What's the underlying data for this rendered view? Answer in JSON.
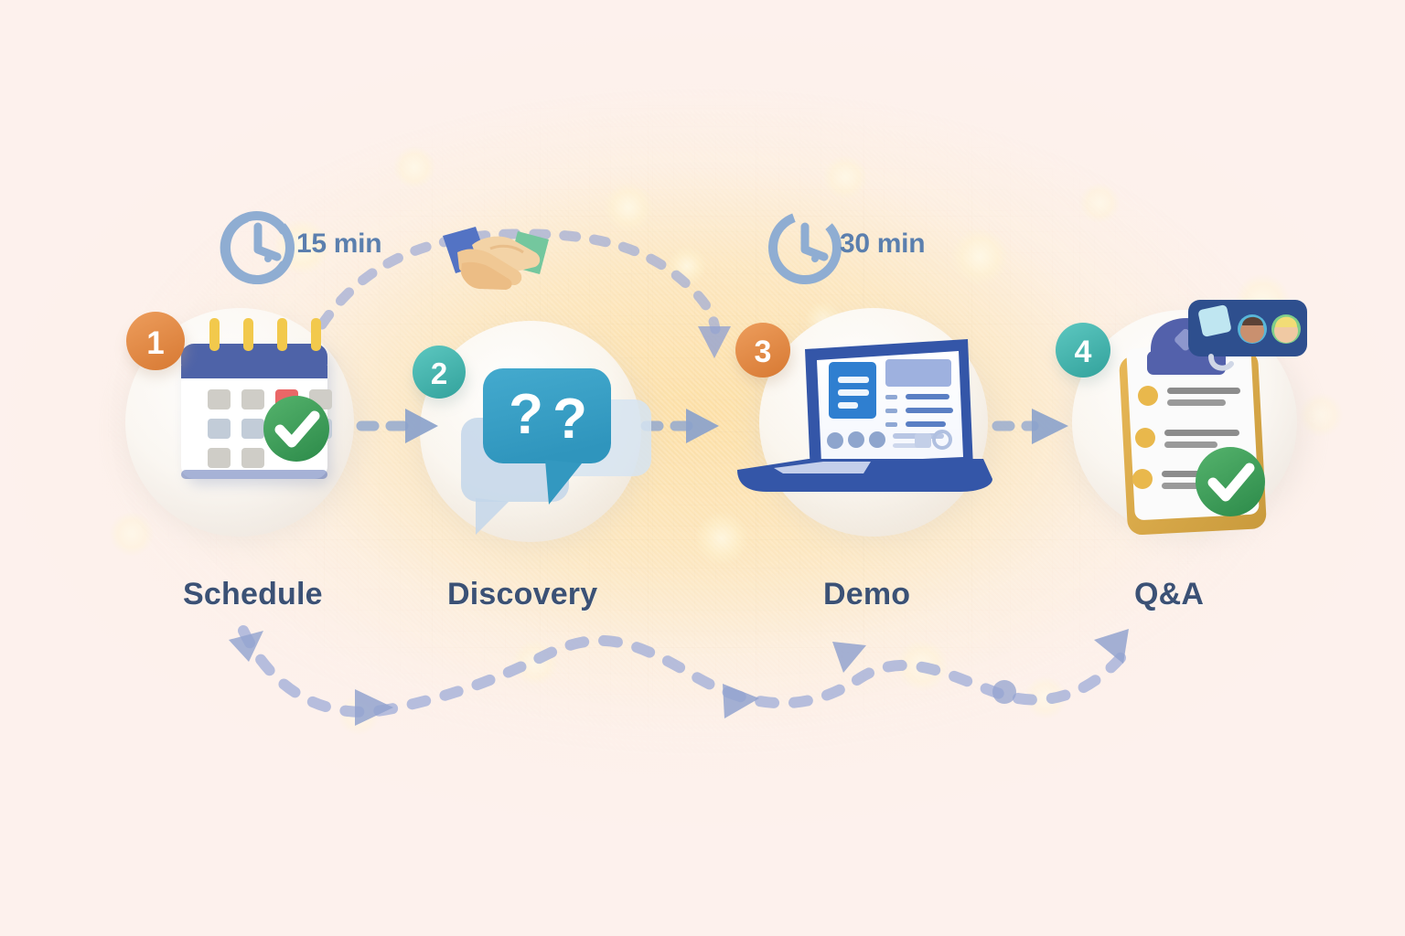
{
  "illustration": {
    "title": "Sales meeting process flow",
    "type": "4-step horizontal process flow",
    "background_color": "#fdf1ed",
    "glow_color": "#fde4b0",
    "accent_colors": {
      "orange_badge": "#e08a47",
      "teal_badge": "#4bb5b0",
      "label_text": "#3b5175",
      "duration_text": "#5b7fae",
      "arrow": "#90a7cd",
      "green_check": "#42a05c",
      "laptop_blue": "#3456a8",
      "bubble_blue": "#3ba2c9"
    }
  },
  "steps": [
    {
      "number": "1",
      "badge_color": "#e08a47",
      "label": "Schedule",
      "icon": "calendar-check-icon",
      "duration": "15 min"
    },
    {
      "number": "2",
      "badge_color": "#4bb5b0",
      "label": "Discovery",
      "icon": "question-chat-bubbles-icon",
      "duration": ""
    },
    {
      "number": "3",
      "badge_color": "#e08a47",
      "label": "Demo",
      "icon": "laptop-dashboard-icon",
      "duration": "30 min"
    },
    {
      "number": "4",
      "badge_color": "#4bb5b0",
      "label": "Q&A",
      "icon": "clipboard-checklist-icon",
      "duration": ""
    }
  ],
  "durations": [
    {
      "text": "15 min",
      "icon": "clock-icon"
    },
    {
      "text": "30 min",
      "icon": "clock-icon"
    }
  ],
  "decorations": [
    {
      "name": "handshake-icon",
      "description": "handshake with blue and green sleeves"
    },
    {
      "name": "video-call-card",
      "description": "dark blue call card with two participant avatars"
    }
  ],
  "connectors": {
    "straight_count": 3,
    "arc_count": 1,
    "wave_count": 1,
    "style": "dotted with triangular arrowheads"
  }
}
